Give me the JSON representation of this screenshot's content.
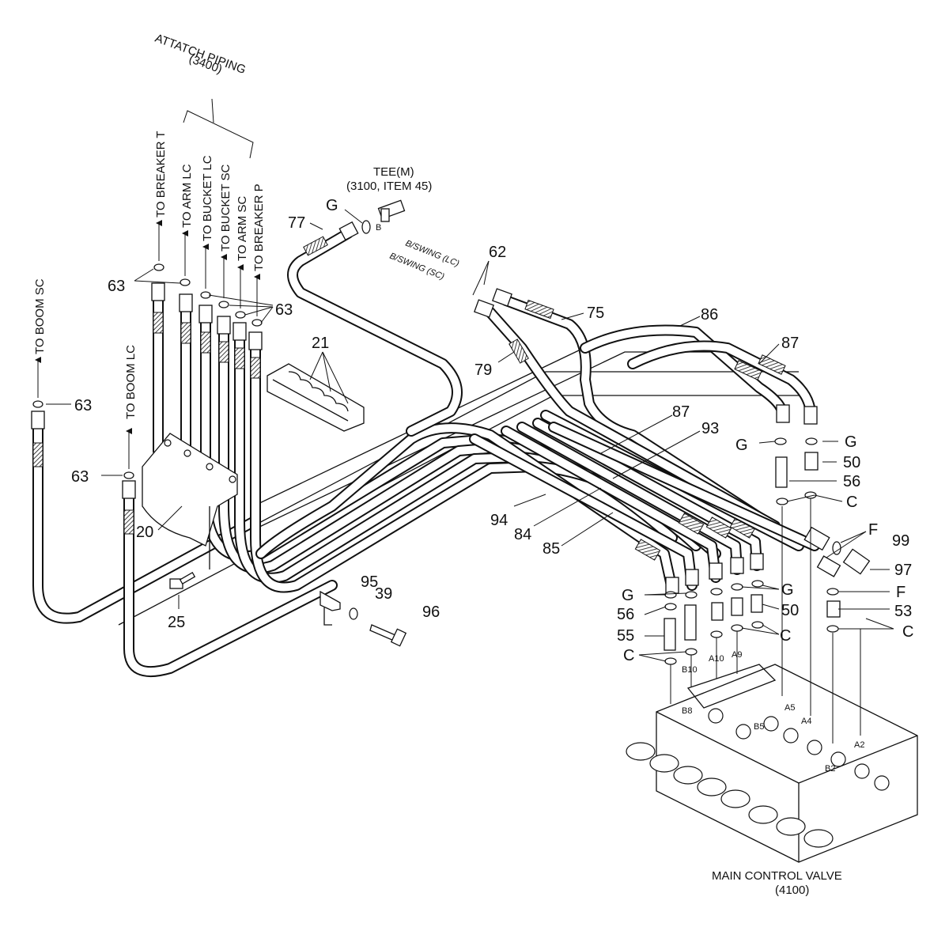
{
  "header": {
    "attach_piping": "ATTATCH PIPING",
    "attach_piping_code": "(3400)",
    "tee_label": "TEE(M)",
    "tee_ref": "(3100, ITEM 45)",
    "tee_port": "B",
    "mcv_label": "MAIN CONTROL VALVE",
    "mcv_code": "(4100)"
  },
  "destinations": {
    "breaker_t": "TO BREAKER T",
    "arm_lc": "TO ARM LC",
    "bucket_lc": "TO BUCKET LC",
    "bucket_sc": "TO BUCKET SC",
    "arm_sc": "TO ARM SC",
    "breaker_p": "TO BREAKER P",
    "boom_sc": "TO BOOM SC",
    "boom_lc": "TO BOOM LC"
  },
  "swing": {
    "lc": "B/SWING (LC)",
    "sc": "B/SWING (SC)"
  },
  "ports": {
    "a10": "A10",
    "a9": "A9",
    "b10": "B10",
    "b8": "B8",
    "a5": "A5",
    "b5": "B5",
    "a4": "A4",
    "a2": "A2",
    "b2": "B2"
  },
  "callouts": {
    "p63a": "63",
    "p63b": "63",
    "p63c": "63",
    "p63d": "63",
    "p21": "21",
    "p20": "20",
    "p25": "25",
    "p77": "77",
    "g_tee": "G",
    "p62": "62",
    "p75": "75",
    "p79": "79",
    "p86": "86",
    "p87a": "87",
    "p87b": "87",
    "p93": "93",
    "p94": "94",
    "p84": "84",
    "p85": "85",
    "p95": "95",
    "p39": "39",
    "p96": "96",
    "g_right": "G",
    "g_left": "G",
    "p50a": "50",
    "p56a": "56",
    "c_right": "C",
    "f_upper": "F",
    "p99": "99",
    "p97": "97",
    "f_lower": "F",
    "p53": "53",
    "c_lower": "C",
    "g_mid_left": "G",
    "p56b": "56",
    "p55": "55",
    "c_mid_left": "C",
    "g_mid": "G",
    "p50b": "50",
    "c_mid": "C"
  }
}
